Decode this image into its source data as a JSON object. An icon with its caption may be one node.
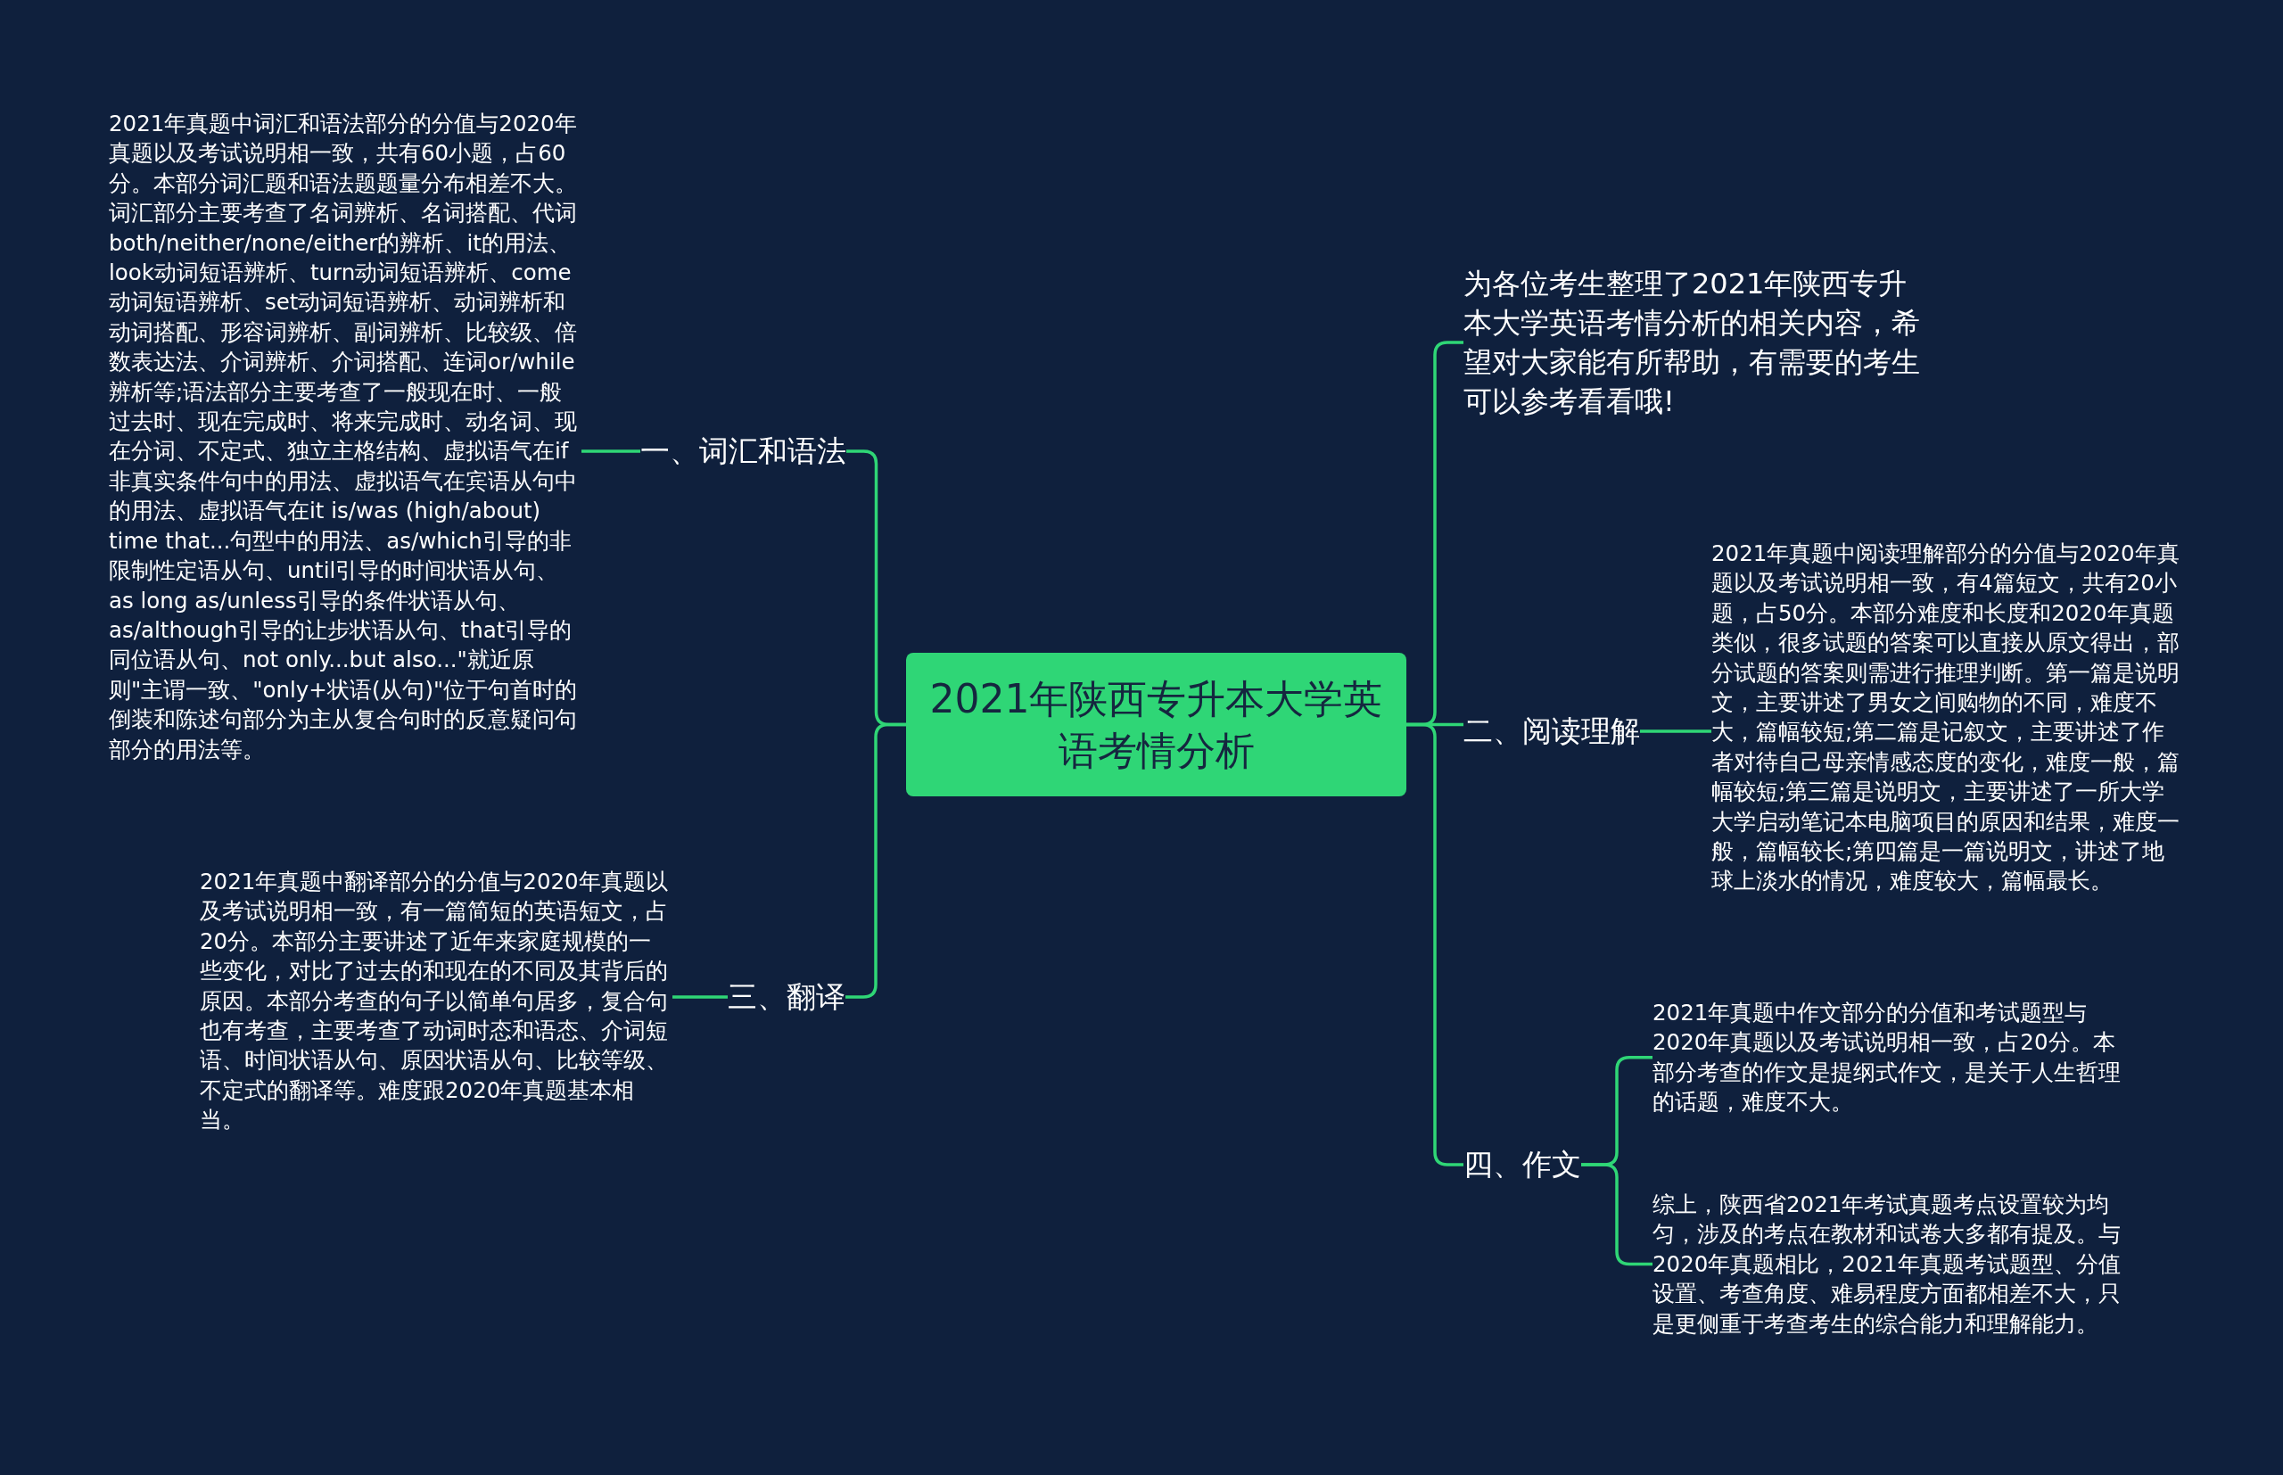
{
  "diagram": {
    "nodes": [
      {
        "text": [
          "2021年陕西专升本大学英语考情分析"
        ]
      },
      {
        "text": [
          "一、词汇和语法"
        ]
      },
      {
        "text": [
          "2021年真题中词汇和语法部分的分值与2020年真题以及考试说明相一致，共有60小题，占60分。本部分词汇题和语法题题量分布相差不大。词汇部分主要考查了名词辨析、名词搭配、代词both/neither/none/either的辨析、it的用法、look动词短语辨析、turn动词短语辨析、come动词短语辨析、set动词短语辨析、动词辨析和动词搭配、形容词辨析、副词辨析、比较级、倍数表达法、介词辨析、介词搭配、连词or/while辨析等;语法部分主要考查了一般现在时、一般过去时、现在完成时、将来完成时、动名词、现在分词、不定式、独立主格结构、虚拟语气在if非真实条件句中的用法、虚拟语气在宾语从句中的用法、虚拟语气在it is/was (high/about) time that...句型中的用法、as/which引导的非限制性定语从句、until引导的时间状语从句、as long as/unless引导的条件状语从句、as/although引导的让步状语从句、that引导的同位语从句、not only...but also...\"就近原则\"主谓一致、\"only+状语(从句)\"位于句首时的倒装和陈述句部分为主从复合句时的反意疑问句部分的用法等。"
        ]
      },
      {
        "text": [
          "三、翻译"
        ]
      },
      {
        "text": [
          "2021年真题中翻译部分的分值与2020年真题以及考试说明相一致，有一篇简短的英语短文，占20分。本部分主要讲述了近年来家庭规模的一些变化，对比了过去的和现在的不同及其背后的原因。本部分考查的句子以简单句居多，复合句也有考查，主要考查了动词时态和语态、介词短语、时间状语从句、原因状语从句、比较等级、不定式的翻译等。难度跟2020年真题基本相当。"
        ]
      },
      {
        "text": [
          "为各位考生整理了2021年陕西专升本大学英语考情分析的相关内容，希望对大家能有所帮助，有需要的考生可以参考看看哦!"
        ]
      },
      {
        "text": [
          "二、阅读理解"
        ]
      },
      {
        "text": [
          "2021年真题中阅读理解部分的分值与2020年真题以及考试说明相一致，有4篇短文，共有20小题，占50分。本部分难度和长度和2020年真题类似，很多试题的答案可以直接从原文得出，部分试题的答案则需进行推理判断。第一篇是说明文，主要讲述了男女之间购物的不同，难度不大，篇幅较短;第二篇是记叙文，主要讲述了作者对待自己母亲情感态度的变化，难度一般，篇幅较短;第三篇是说明文，主要讲述了一所大学大学启动笔记本电脑项目的原因和结果，难度一般，篇幅较长;第四篇是一篇说明文，讲述了地球上淡水的情况，难度较大，篇幅最长。"
        ]
      },
      {
        "text": [
          "四、作文"
        ]
      },
      {
        "text": [
          "2021年真题中作文部分的分值和考试题型与2020年真题以及考试说明相一致，占20分。本部分考查的作文是提纲式作文，是关于人生哲理的话题，难度不大。"
        ]
      },
      {
        "text": [
          "综上，陕西省2021年考试真题考点设置较为均匀，涉及的考点在教材和试卷大多都有提及。与2020年真题相比，2021年真题考试题型、分值设置、考查角度、难易程度方面都相差不大，只是更侧重于考查考生的综合能力和理解能力。"
        ]
      }
    ],
    "edges": [
      {
        "from": 0,
        "to": 1,
        "arrow": "none"
      },
      {
        "from": 1,
        "to": 2,
        "arrow": "none"
      },
      {
        "from": 0,
        "to": 3,
        "arrow": "none"
      },
      {
        "from": 3,
        "to": 4,
        "arrow": "none"
      },
      {
        "from": 0,
        "to": 5,
        "arrow": "none"
      },
      {
        "from": 0,
        "to": 6,
        "arrow": "none"
      },
      {
        "from": 6,
        "to": 7,
        "arrow": "none"
      },
      {
        "from": 0,
        "to": 8,
        "arrow": "none"
      },
      {
        "from": 8,
        "to": 9,
        "arrow": "none"
      },
      {
        "from": 8,
        "to": 10,
        "arrow": "none"
      }
    ]
  }
}
